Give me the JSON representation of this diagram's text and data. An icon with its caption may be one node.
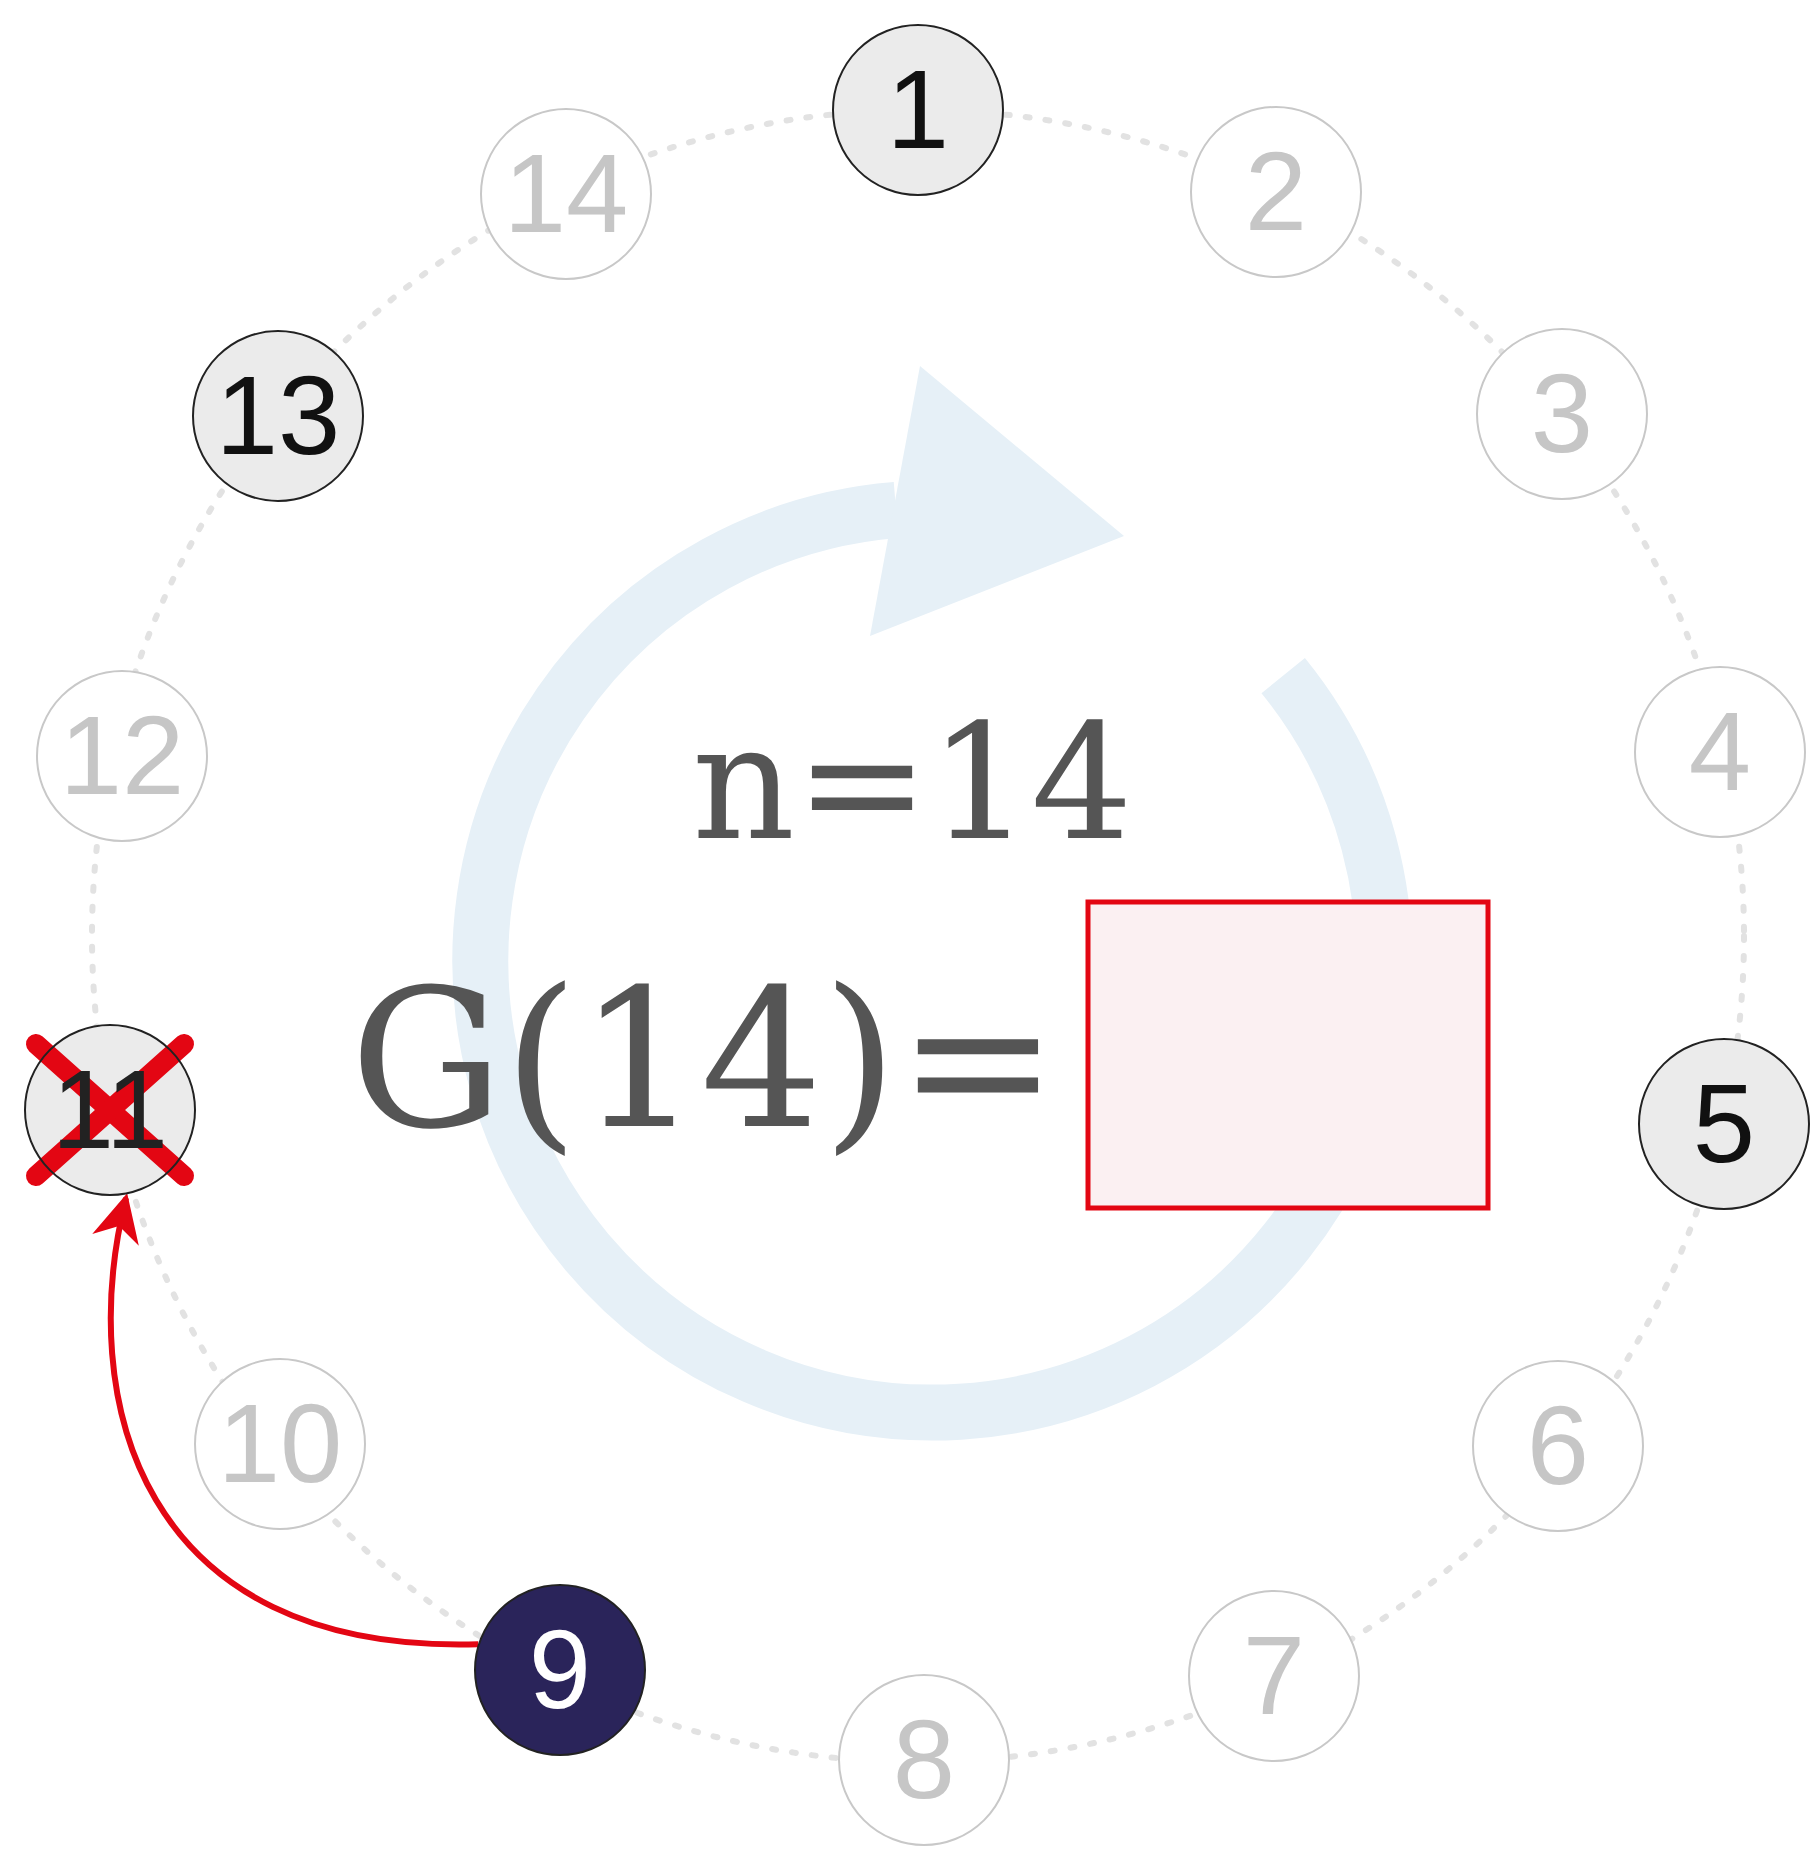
{
  "diagram": {
    "nodes": [
      {
        "text": [
          "1"
        ]
      },
      {
        "text": [
          "2"
        ]
      },
      {
        "text": [
          "3"
        ]
      },
      {
        "text": [
          "4"
        ]
      },
      {
        "text": [
          "5"
        ]
      },
      {
        "text": [
          "6"
        ]
      },
      {
        "text": [
          "7"
        ]
      },
      {
        "text": [
          "8"
        ]
      },
      {
        "text": [
          "9"
        ]
      },
      {
        "text": [
          "10"
        ]
      },
      {
        "text": [
          "11"
        ]
      },
      {
        "text": [
          "12"
        ]
      },
      {
        "text": [
          "13"
        ]
      },
      {
        "text": [
          "14"
        ]
      }
    ],
    "edges": [
      {
        "from": 8,
        "to": 10,
        "arrow": "to",
        "color": "#e30613"
      }
    ],
    "labels": [
      "n=14",
      "G(14)="
    ]
  }
}
